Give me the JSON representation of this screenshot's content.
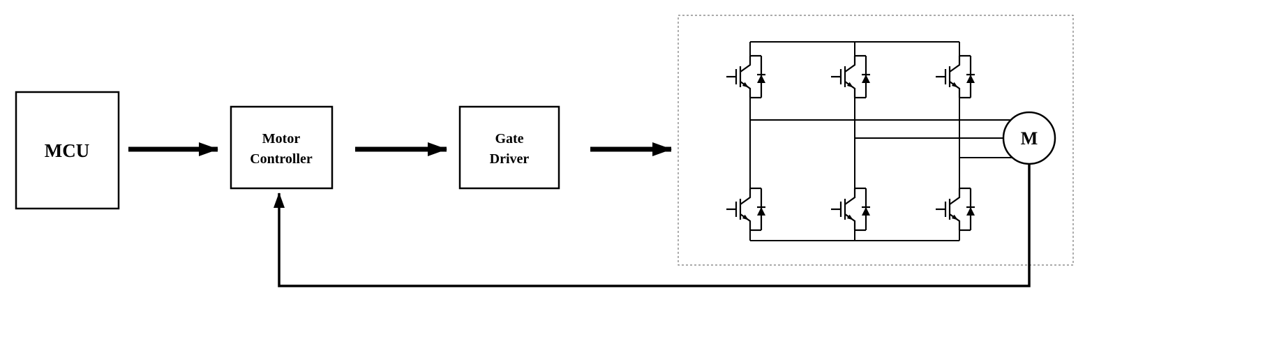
{
  "diagram": {
    "blocks": {
      "mcu": {
        "label": "MCU"
      },
      "motor_controller": {
        "line1": "Motor",
        "line2": "Controller"
      },
      "gate_driver": {
        "line1": "Gate",
        "line2": "Driver"
      },
      "inverter": {
        "igbt_count": 6,
        "phase_lines": 3
      },
      "motor": {
        "label": "M"
      }
    },
    "connections": [
      {
        "from": "MCU",
        "to": "Motor Controller",
        "style": "thick-arrow"
      },
      {
        "from": "Motor Controller",
        "to": "Gate Driver",
        "style": "thick-arrow"
      },
      {
        "from": "Gate Driver",
        "to": "Inverter",
        "style": "thick-arrow"
      },
      {
        "from": "Motor",
        "to": "Motor Controller",
        "style": "feedback-arrow"
      }
    ],
    "colors": {
      "stroke": "#000000",
      "background": "#ffffff",
      "dashed_border": "#777777"
    }
  }
}
